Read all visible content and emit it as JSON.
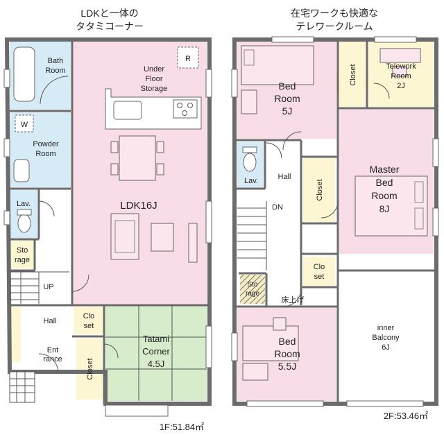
{
  "headings": {
    "floor1": [
      "LDKと一体の",
      "タタミコーナー"
    ],
    "floor2": [
      "在宅ワークも快適な",
      "テレワークルーム"
    ]
  },
  "floor1": {
    "area": "1F:51.84㎡",
    "rooms": {
      "bath": [
        "Bath",
        "Room"
      ],
      "washer": "W",
      "powder": [
        "Powder",
        "Room"
      ],
      "lav": "Lav.",
      "storage": [
        "Sto",
        "rage"
      ],
      "up": "UP",
      "hall": "Hall",
      "entrance": [
        "Ent",
        "rance"
      ],
      "closet_small": [
        "Clo",
        "set"
      ],
      "closet_tall": "Closet",
      "under_floor": [
        "Under",
        "Floor",
        "Storage"
      ],
      "fridge": "R",
      "ldk": "LDK16J",
      "tatami": [
        "Tatami",
        "Corner",
        "4.5J"
      ]
    }
  },
  "floor2": {
    "area": "2F:53.46㎡",
    "rooms": {
      "bed1": [
        "Bed",
        "Room",
        "5J"
      ],
      "closet_a": "Closet",
      "telework": [
        "Telework",
        "Room",
        "2J"
      ],
      "lav": "Lav.",
      "hall": "Hall",
      "dn": "DN",
      "closet_b": "Closet",
      "master": [
        "Master",
        "Bed",
        "Room",
        "8J"
      ],
      "closet_c": [
        "Clo",
        "set"
      ],
      "storage": [
        "Sto",
        "rage"
      ],
      "raised_floor": "床上げ",
      "bed2": [
        "Bed",
        "Room",
        "5.5J"
      ],
      "balcony": [
        "inner",
        "Balcony",
        "6J"
      ]
    }
  },
  "colors": {
    "pink": "#f8dde8",
    "blue": "#d7ebf7",
    "green": "#d7eccb",
    "cream": "#fdf6d2",
    "wall": "#6b6b6b",
    "glow": "#f6ecb0"
  }
}
